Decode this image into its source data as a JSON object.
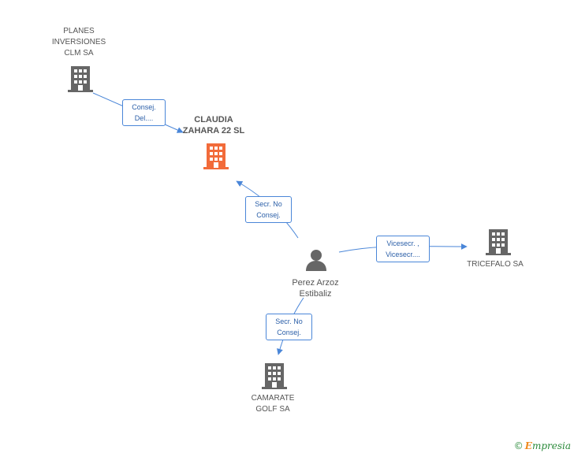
{
  "colors": {
    "edge": "#4a86d8",
    "company_icon": "#666666",
    "company_icon_highlight": "#f26b3a",
    "person_icon": "#666666"
  },
  "nodes": {
    "planes": {
      "lines": [
        "PLANES",
        "INVERSIONES",
        "CLM SA"
      ],
      "icon": "building-icon"
    },
    "claudia": {
      "lines": [
        "CLAUDIA",
        "ZAHARA 22 SL"
      ],
      "icon": "building-icon-highlight"
    },
    "tricefalo": {
      "lines": [
        "TRICEFALO SA"
      ],
      "icon": "building-icon"
    },
    "perez": {
      "lines": [
        "Perez Arzoz",
        "Estibaliz"
      ],
      "icon": "person-icon"
    },
    "camarate": {
      "lines": [
        "CAMARATE",
        "GOLF SA"
      ],
      "icon": "building-icon"
    }
  },
  "edges": {
    "planes_claudia": {
      "lines": [
        "Consej.",
        "Del...."
      ]
    },
    "perez_claudia": {
      "lines": [
        "Secr.  No",
        "Consej."
      ]
    },
    "perez_tricefalo": {
      "lines": [
        "Vicesecr. ,",
        "Vicesecr...."
      ]
    },
    "perez_camarate": {
      "lines": [
        "Secr.  No",
        "Consej."
      ]
    }
  },
  "footer": {
    "copyright": "©",
    "brand_first": "E",
    "brand_rest": "mpresia"
  }
}
